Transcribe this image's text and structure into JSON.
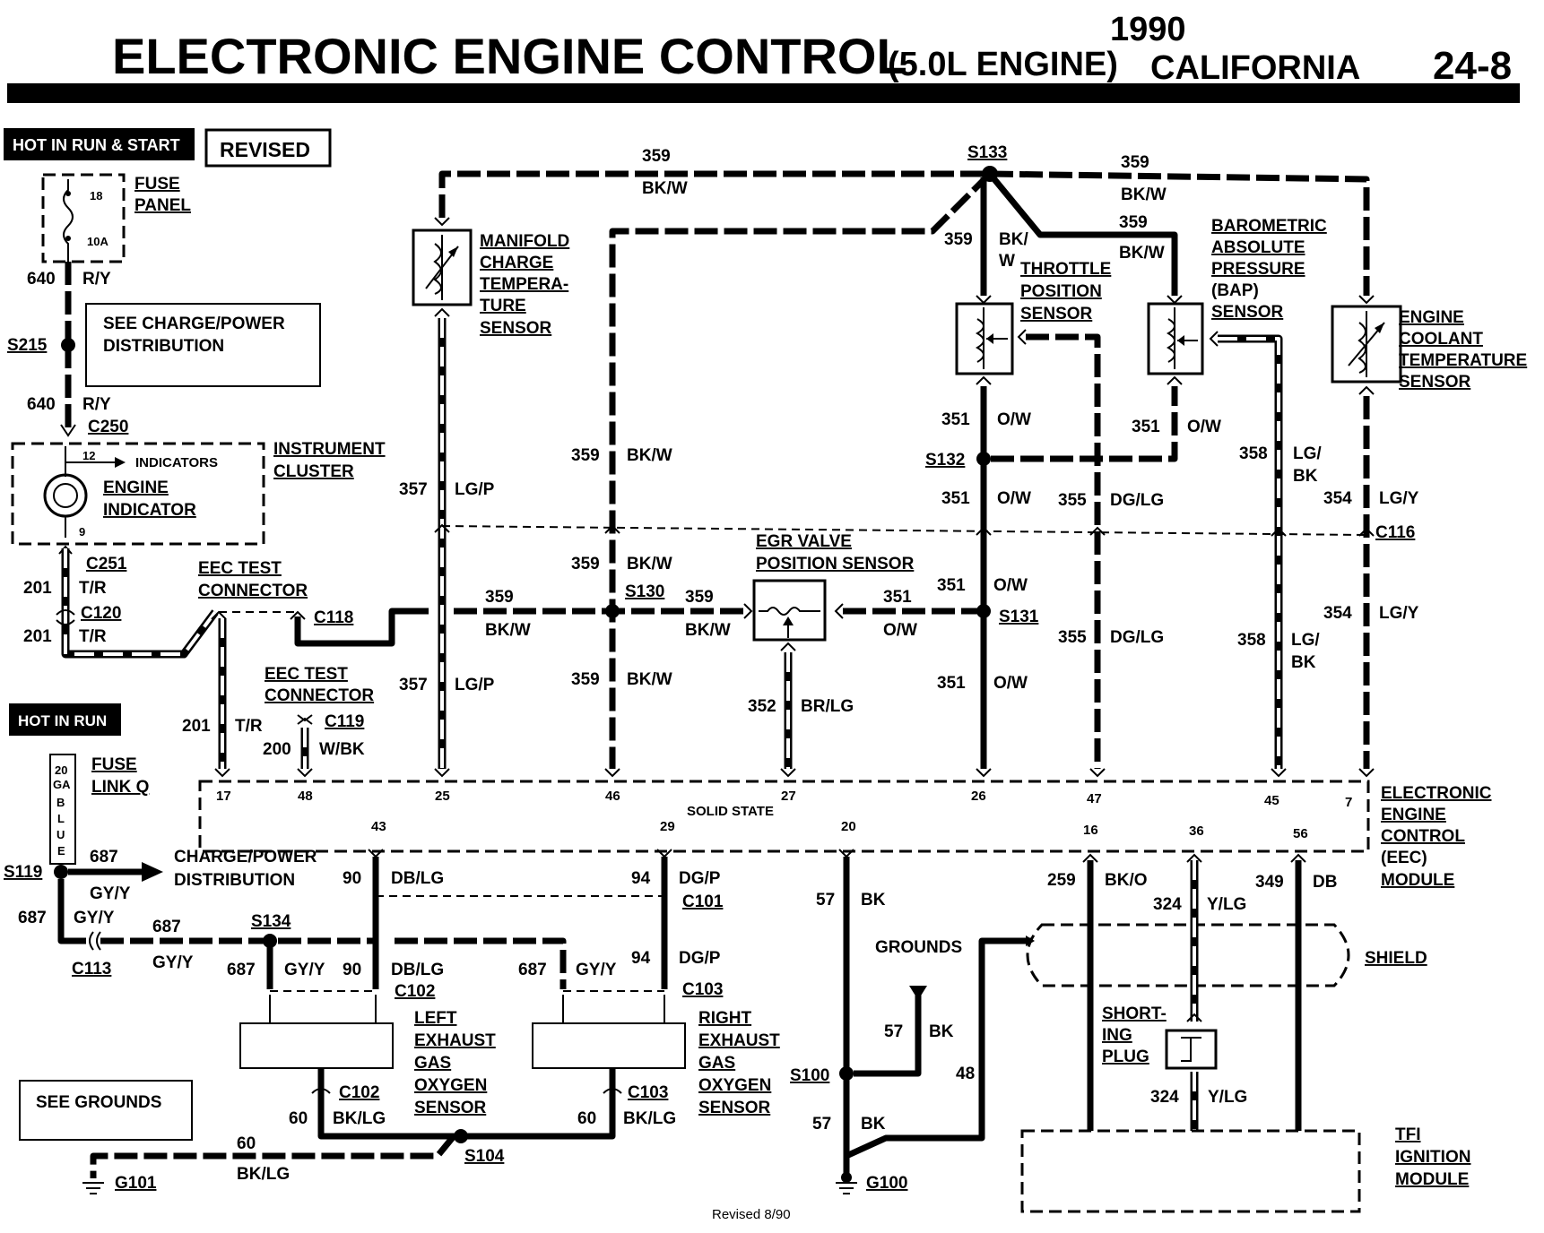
{
  "header": {
    "title": "ELECTRONIC ENGINE CONTROL",
    "engine": "(5.0L ENGINE)",
    "region": "CALIFORNIA",
    "year": "1990",
    "page": "24-8"
  },
  "badges": {
    "hot_run_start": "HOT IN RUN & START",
    "revised": "REVISED",
    "hot_in_run": "HOT IN RUN"
  },
  "fuse_panel": {
    "fuse_no": "18",
    "rating": "10A",
    "label1": "FUSE",
    "label2": "PANEL"
  },
  "see_boxes": {
    "charge_power_1": "SEE CHARGE/POWER",
    "charge_power_2": "DISTRIBUTION",
    "grounds": "SEE GROUNDS"
  },
  "splices": {
    "s215": "S215",
    "s133": "S133",
    "s132": "S132",
    "s130": "S130",
    "s131": "S131",
    "s119": "S119",
    "s134": "S134",
    "s104": "S104",
    "s100": "S100"
  },
  "connectors": {
    "c250": "C250",
    "c251": "C251",
    "c120": "C120",
    "c118": "C118",
    "c119": "C119",
    "c116": "C116",
    "c101": "C101",
    "c102": "C102",
    "c103": "C103",
    "c113": "C113"
  },
  "grounds": {
    "g101": "G101",
    "g100": "G100",
    "label": "GROUNDS"
  },
  "instrument_cluster": {
    "label1": "INSTRUMENT",
    "label2": "CLUSTER",
    "indicators": "INDICATORS",
    "engine1": "ENGINE",
    "engine2": "INDICATOR",
    "pin_in": "12",
    "pin_out": "9"
  },
  "eec_test_1": {
    "l1": "EEC TEST",
    "l2": "CONNECTOR"
  },
  "eec_test_2": {
    "l1": "EEC TEST",
    "l2": "CONNECTOR"
  },
  "fuse_link": {
    "l1": "FUSE",
    "l2": "LINK Q",
    "gauge": "20",
    "ga": "GA",
    "color": "B L U E"
  },
  "charge_power_arrow": {
    "l1": "CHARGE/POWER",
    "l2": "DISTRIBUTION"
  },
  "sensors": {
    "manifold": [
      "MANIFOLD",
      "CHARGE",
      "TEMPERA-",
      "TURE",
      "SENSOR"
    ],
    "throttle": [
      "THROTTLE",
      "POSITION",
      "SENSOR"
    ],
    "bap": [
      "BAROMETRIC",
      "ABSOLUTE",
      "PRESSURE",
      "(BAP)",
      "SENSOR"
    ],
    "coolant": [
      "ENGINE",
      "COOLANT",
      "TEMPERATURE",
      "SENSOR"
    ],
    "egr": [
      "EGR VALVE",
      "POSITION SENSOR"
    ],
    "left_o2": [
      "LEFT",
      "EXHAUST",
      "GAS",
      "OXYGEN",
      "SENSOR"
    ],
    "right_o2": [
      "RIGHT",
      "EXHAUST",
      "GAS",
      "OXYGEN",
      "SENSOR"
    ],
    "shorting_plug": [
      "SHORT-",
      "ING",
      "PLUG"
    ]
  },
  "eec_module": {
    "labels": [
      "ELECTRONIC",
      "ENGINE",
      "CONTROL",
      "(EEC)",
      "MODULE"
    ],
    "solid_state": "SOLID STATE",
    "top_pins": [
      "17",
      "48",
      "25",
      "46",
      "27",
      "26",
      "47",
      "45",
      "7"
    ],
    "bottom_pins": [
      "43",
      "29",
      "20",
      "16",
      "36",
      "56"
    ]
  },
  "tfi": [
    "TFI",
    "IGNITION",
    "MODULE"
  ],
  "shield": "SHIELD",
  "wires": {
    "c640a": "640",
    "k640a": "R/Y",
    "c640b": "640",
    "k640b": "R/Y",
    "c201a": "201",
    "k201a": "T/R",
    "c201b": "201",
    "k201b": "T/R",
    "c201c": "201",
    "k201c": "T/R",
    "c200": "200",
    "k200": "W/BK",
    "c359a": "359",
    "k359a": "BK/W",
    "c359b": "359",
    "k359b": "BK/W",
    "c359c": "359",
    "k359c1": "BK/",
    "k359c2": "W",
    "c359d": "359",
    "k359d": "BK/W",
    "c359e": "359",
    "k359e": "BK/W",
    "c359f": "359",
    "k359f": "BK/W",
    "c359g": "359",
    "k359g": "BK/W",
    "c359h": "359",
    "k359h": "BK/W",
    "c359i": "359",
    "k359i": "BK/W",
    "c357a": "357",
    "k357a": "LG/P",
    "c357b": "357",
    "k357b": "LG/P",
    "c351a": "351",
    "k351a": "O/W",
    "c351b": "351",
    "k351b": "O/W",
    "c351c": "351",
    "k351c": "O/W",
    "c351d": "351",
    "k351d": "O/W",
    "c351e": "351",
    "k351e": "O/W",
    "c351f": "351",
    "k351f": "O/W",
    "c355a": "355",
    "k355a": "DG/LG",
    "c355b": "355",
    "k355b": "DG/LG",
    "c358a": "358",
    "k358a1": "LG/",
    "k358a2": "BK",
    "c358b": "358",
    "k358b1": "LG/",
    "k358b2": "BK",
    "c354a": "354",
    "k354a": "LG/Y",
    "c354b": "354",
    "k354b": "LG/Y",
    "c352": "352",
    "k352": "BR/LG",
    "c687a": "687",
    "k687a": "GY/Y",
    "c687b": "687",
    "k687b": "GY/Y",
    "c687c": "687",
    "k687c": "GY/Y",
    "c687d": "687",
    "k687d": "GY/Y",
    "c687e": "687",
    "k687e": "GY/Y",
    "c90a": "90",
    "k90a": "DB/LG",
    "c90b": "90",
    "k90b": "DB/LG",
    "c94a": "94",
    "k94a": "DG/P",
    "c94b": "94",
    "k94b": "DG/P",
    "c60a": "60",
    "k60a": "BK/LG",
    "c60b": "60",
    "k60b": "BK/LG",
    "c60c": "60",
    "k60c": "BK/LG",
    "c57a": "57",
    "k57a": "BK",
    "c57b": "57",
    "k57b": "BK",
    "c57c": "57",
    "k57c": "BK",
    "c259": "259",
    "k259": "BK/O",
    "c324a": "324",
    "k324a": "Y/LG",
    "c324b": "324",
    "k324b": "Y/LG",
    "c349": "349",
    "k349": "DB",
    "c48": "48"
  },
  "footer": {
    "revised": "Revised 8/90"
  }
}
